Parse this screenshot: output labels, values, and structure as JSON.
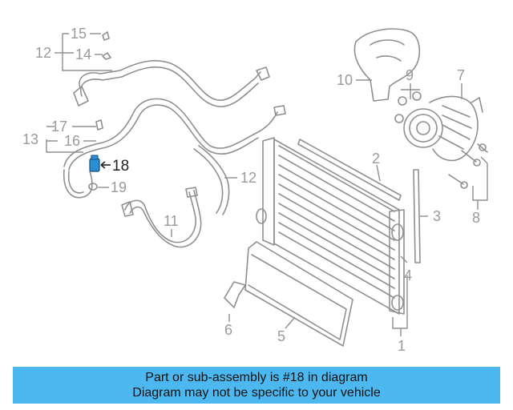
{
  "callouts": {
    "c1": "1",
    "c2": "2",
    "c3": "3",
    "c4": "4",
    "c5": "5",
    "c6": "6",
    "c7": "7",
    "c8": "8",
    "c9": "9",
    "c10": "10",
    "c11": "11",
    "c12a": "12",
    "c12b": "12",
    "c13": "13",
    "c14": "14",
    "c15": "15",
    "c16": "16",
    "c17": "17",
    "c18": "18",
    "c19": "19"
  },
  "highlight": {
    "part": "18",
    "color": "#2a8fd6"
  },
  "banner": {
    "line1": "Part or sub-assembly is #18 in diagram",
    "line2": "Diagram may not be specific to your vehicle",
    "color": "#4db8ef"
  }
}
